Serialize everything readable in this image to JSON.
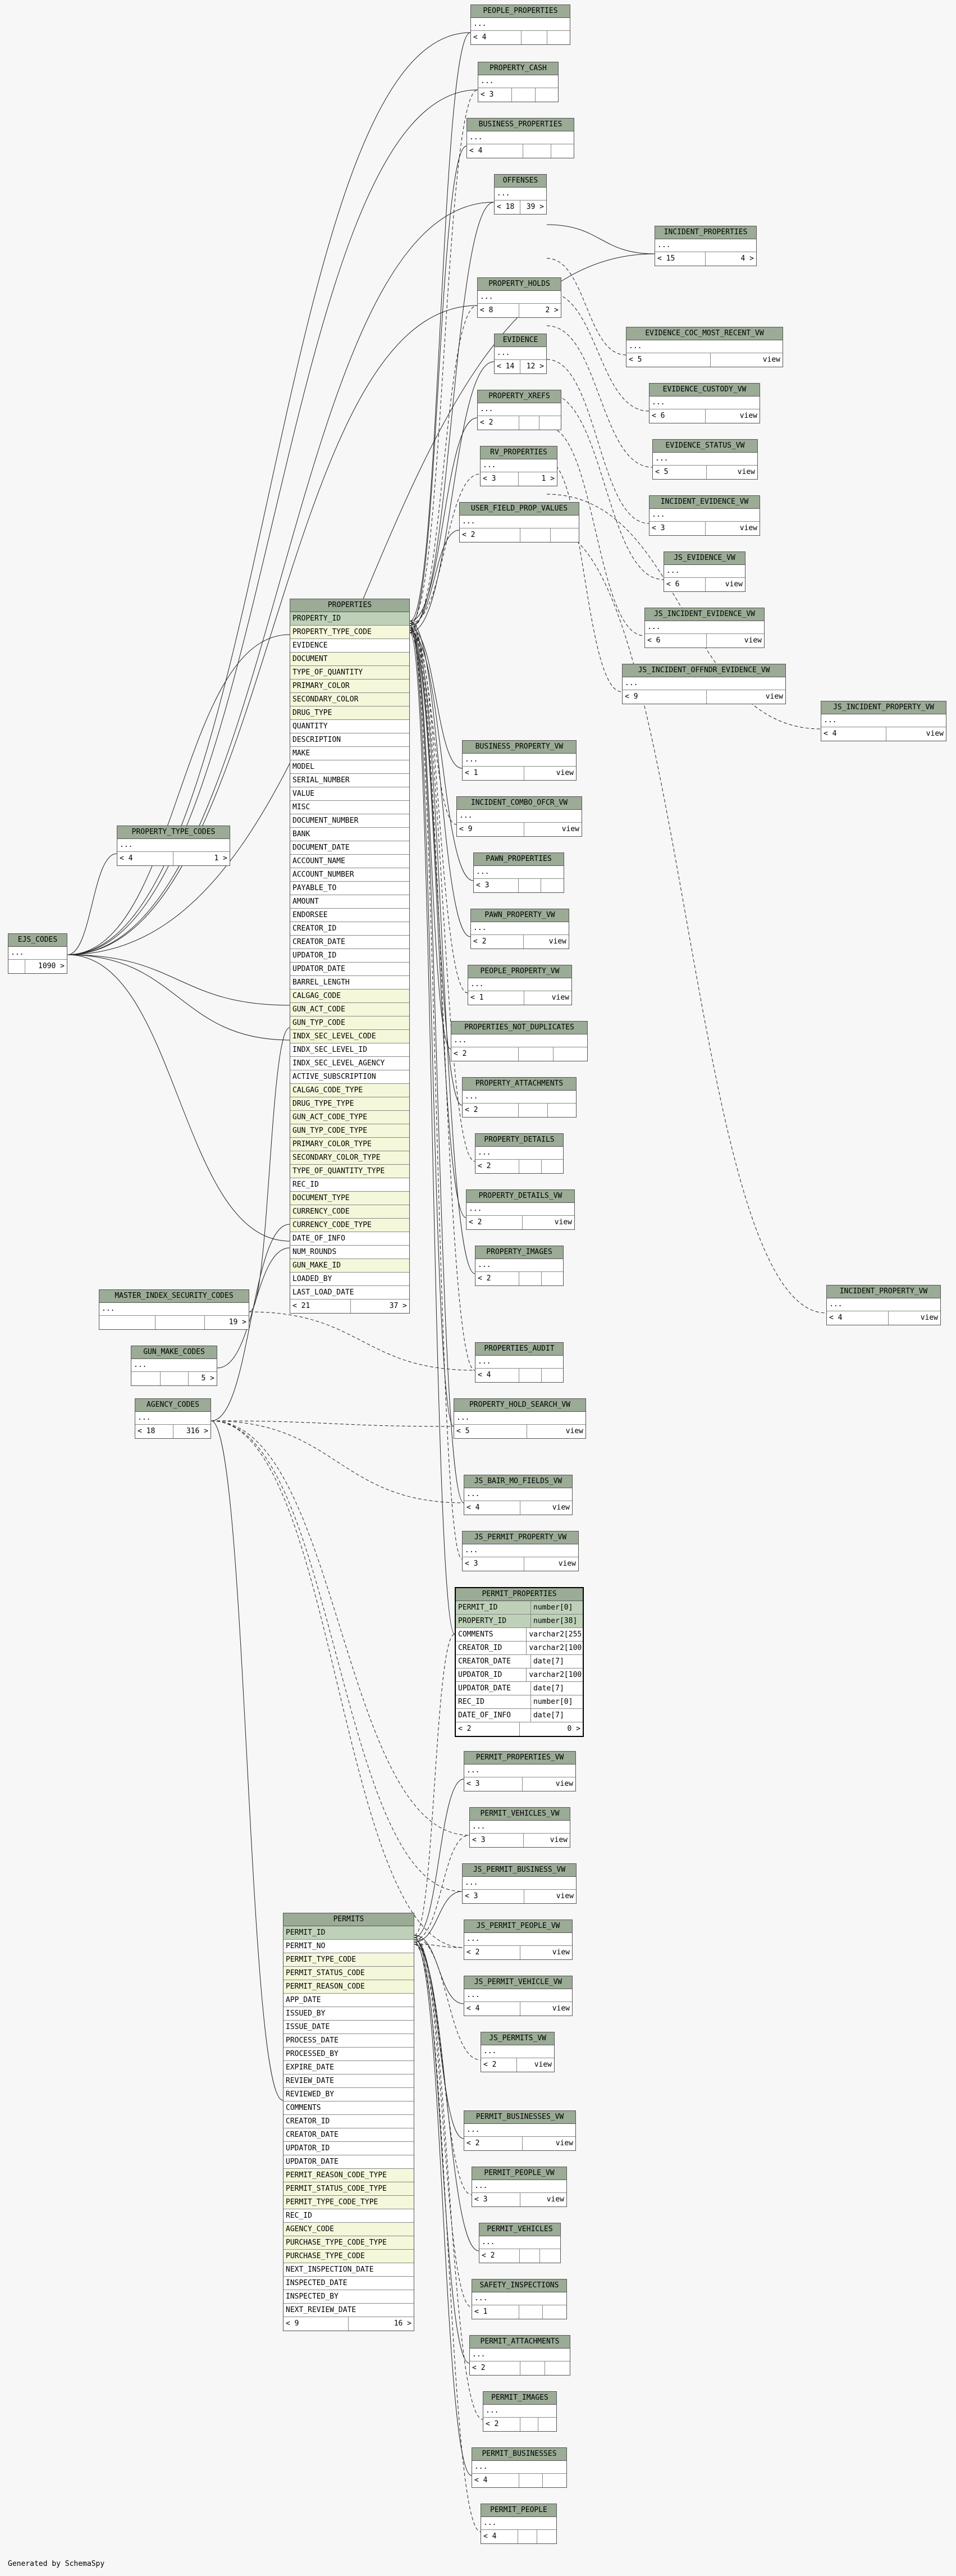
{
  "footer": "Generated by SchemaSpy",
  "ellipsis": "...",
  "view_label": "view",
  "tables": {
    "people_properties": {
      "name": "PEOPLE_PROPERTIES",
      "children": "< 4"
    },
    "property_cash": {
      "name": "PROPERTY_CASH",
      "children": "< 3"
    },
    "business_properties": {
      "name": "BUSINESS_PROPERTIES",
      "children": "< 4"
    },
    "offenses": {
      "name": "OFFENSES",
      "children": "< 18",
      "parents": "39 >"
    },
    "incident_properties": {
      "name": "INCIDENT_PROPERTIES",
      "children": "< 15",
      "parents": "4 >"
    },
    "property_holds": {
      "name": "PROPERTY_HOLDS",
      "children": "< 8",
      "parents": "2 >"
    },
    "evidence": {
      "name": "EVIDENCE",
      "children": "< 14",
      "parents": "12 >"
    },
    "evidence_coc_most_recent_vw": {
      "name": "EVIDENCE_COC_MOST_RECENT_VW",
      "children": "< 5"
    },
    "property_xrefs": {
      "name": "PROPERTY_XREFS",
      "children": "< 2"
    },
    "evidence_custody_vw": {
      "name": "EVIDENCE_CUSTODY_VW",
      "children": "< 6"
    },
    "rv_properties": {
      "name": "RV_PROPERTIES",
      "children": "< 3",
      "parents": "1 >"
    },
    "evidence_status_vw": {
      "name": "EVIDENCE_STATUS_VW",
      "children": "< 5"
    },
    "user_field_prop_values": {
      "name": "USER_FIELD_PROP_VALUES",
      "children": "< 2"
    },
    "incident_evidence_vw": {
      "name": "INCIDENT_EVIDENCE_VW",
      "children": "< 3"
    },
    "js_evidence_vw": {
      "name": "JS_EVIDENCE_VW",
      "children": "< 6"
    },
    "js_incident_evidence_vw": {
      "name": "JS_INCIDENT_EVIDENCE_VW",
      "children": "< 6"
    },
    "js_incident_offndr_evidence_vw": {
      "name": "JS_INCIDENT_OFFNDR_EVIDENCE_VW",
      "children": "< 9"
    },
    "js_incident_property_vw": {
      "name": "JS_INCIDENT_PROPERTY_VW",
      "children": "< 4"
    },
    "business_property_vw": {
      "name": "BUSINESS_PROPERTY_VW",
      "children": "< 1"
    },
    "incident_combo_ofcr_vw": {
      "name": "INCIDENT_COMBO_OFCR_VW",
      "children": "< 9"
    },
    "pawn_properties": {
      "name": "PAWN_PROPERTIES",
      "children": "< 3"
    },
    "pawn_property_vw": {
      "name": "PAWN_PROPERTY_VW",
      "children": "< 2"
    },
    "people_property_vw": {
      "name": "PEOPLE_PROPERTY_VW",
      "children": "< 1"
    },
    "properties_not_duplicates": {
      "name": "PROPERTIES_NOT_DUPLICATES",
      "children": "< 2"
    },
    "property_attachments": {
      "name": "PROPERTY_ATTACHMENTS",
      "children": "< 2"
    },
    "property_details": {
      "name": "PROPERTY_DETAILS",
      "children": "< 2"
    },
    "property_details_vw": {
      "name": "PROPERTY_DETAILS_VW",
      "children": "< 2"
    },
    "property_images": {
      "name": "PROPERTY_IMAGES",
      "children": "< 2"
    },
    "incident_property_vw": {
      "name": "INCIDENT_PROPERTY_VW",
      "children": "< 4"
    },
    "properties_audit": {
      "name": "PROPERTIES_AUDIT",
      "children": "< 4"
    },
    "property_hold_search_vw": {
      "name": "PROPERTY_HOLD_SEARCH_VW",
      "children": "< 5"
    },
    "js_bair_mo_fields_vw": {
      "name": "JS_BAIR_MO_FIELDS_VW",
      "children": "< 4"
    },
    "js_permit_property_vw": {
      "name": "JS_PERMIT_PROPERTY_VW",
      "children": "< 3"
    },
    "permit_properties_vw": {
      "name": "PERMIT_PROPERTIES_VW",
      "children": "< 3"
    },
    "permit_vehicles_vw": {
      "name": "PERMIT_VEHICLES_VW",
      "children": "< 3"
    },
    "js_permit_business_vw": {
      "name": "JS_PERMIT_BUSINESS_VW",
      "children": "< 3"
    },
    "js_permit_people_vw": {
      "name": "JS_PERMIT_PEOPLE_VW",
      "children": "< 2"
    },
    "js_permit_vehicle_vw": {
      "name": "JS_PERMIT_VEHICLE_VW",
      "children": "< 4"
    },
    "js_permits_vw": {
      "name": "JS_PERMITS_VW",
      "children": "< 2"
    },
    "permit_businesses_vw": {
      "name": "PERMIT_BUSINESSES_VW",
      "children": "< 2"
    },
    "permit_people_vw": {
      "name": "PERMIT_PEOPLE_VW",
      "children": "< 3"
    },
    "permit_vehicles": {
      "name": "PERMIT_VEHICLES",
      "children": "< 2"
    },
    "safety_inspections": {
      "name": "SAFETY_INSPECTIONS",
      "children": "< 1"
    },
    "permit_attachments": {
      "name": "PERMIT_ATTACHMENTS",
      "children": "< 2"
    },
    "permit_images": {
      "name": "PERMIT_IMAGES",
      "children": "< 2"
    },
    "permit_businesses": {
      "name": "PERMIT_BUSINESSES",
      "children": "< 4"
    },
    "permit_people": {
      "name": "PERMIT_PEOPLE",
      "children": "< 4"
    },
    "property_type_codes": {
      "name": "PROPERTY_TYPE_CODES",
      "children": "< 4",
      "parents": "1 >"
    },
    "ejs_codes": {
      "name": "EJS_CODES",
      "parents": "1090 >"
    },
    "master_index_security_codes": {
      "name": "MASTER_INDEX_SECURITY_CODES",
      "parents": "19 >"
    },
    "gun_make_codes": {
      "name": "GUN_MAKE_CODES",
      "parents": "5 >"
    },
    "agency_codes": {
      "name": "AGENCY_CODES",
      "children": "< 18",
      "parents": "316 >"
    }
  },
  "properties": {
    "name": "PROPERTIES",
    "children": "< 21",
    "parents": "37 >",
    "columns": [
      {
        "n": "PROPERTY_ID",
        "k": "pk"
      },
      {
        "n": "PROPERTY_TYPE_CODE",
        "k": "fk"
      },
      {
        "n": "EVIDENCE",
        "k": ""
      },
      {
        "n": "DOCUMENT",
        "k": "fk"
      },
      {
        "n": "TYPE_OF_QUANTITY",
        "k": "fk"
      },
      {
        "n": "PRIMARY_COLOR",
        "k": "fk"
      },
      {
        "n": "SECONDARY_COLOR",
        "k": "fk"
      },
      {
        "n": "DRUG_TYPE",
        "k": "fk"
      },
      {
        "n": "QUANTITY",
        "k": ""
      },
      {
        "n": "DESCRIPTION",
        "k": ""
      },
      {
        "n": "MAKE",
        "k": ""
      },
      {
        "n": "MODEL",
        "k": ""
      },
      {
        "n": "SERIAL_NUMBER",
        "k": ""
      },
      {
        "n": "VALUE",
        "k": ""
      },
      {
        "n": "MISC",
        "k": ""
      },
      {
        "n": "DOCUMENT_NUMBER",
        "k": ""
      },
      {
        "n": "BANK",
        "k": ""
      },
      {
        "n": "DOCUMENT_DATE",
        "k": ""
      },
      {
        "n": "ACCOUNT_NAME",
        "k": ""
      },
      {
        "n": "ACCOUNT_NUMBER",
        "k": ""
      },
      {
        "n": "PAYABLE_TO",
        "k": ""
      },
      {
        "n": "AMOUNT",
        "k": ""
      },
      {
        "n": "ENDORSEE",
        "k": ""
      },
      {
        "n": "CREATOR_ID",
        "k": ""
      },
      {
        "n": "CREATOR_DATE",
        "k": ""
      },
      {
        "n": "UPDATOR_ID",
        "k": ""
      },
      {
        "n": "UPDATOR_DATE",
        "k": ""
      },
      {
        "n": "BARREL_LENGTH",
        "k": ""
      },
      {
        "n": "CALGAG_CODE",
        "k": "fk"
      },
      {
        "n": "GUN_ACT_CODE",
        "k": "fk"
      },
      {
        "n": "GUN_TYP_CODE",
        "k": "fk"
      },
      {
        "n": "INDX_SEC_LEVEL_CODE",
        "k": "fk"
      },
      {
        "n": "INDX_SEC_LEVEL_ID",
        "k": ""
      },
      {
        "n": "INDX_SEC_LEVEL_AGENCY",
        "k": ""
      },
      {
        "n": "ACTIVE_SUBSCRIPTION",
        "k": ""
      },
      {
        "n": "CALGAG_CODE_TYPE",
        "k": "fk"
      },
      {
        "n": "DRUG_TYPE_TYPE",
        "k": "fk"
      },
      {
        "n": "GUN_ACT_CODE_TYPE",
        "k": "fk"
      },
      {
        "n": "GUN_TYP_CODE_TYPE",
        "k": "fk"
      },
      {
        "n": "PRIMARY_COLOR_TYPE",
        "k": "fk"
      },
      {
        "n": "SECONDARY_COLOR_TYPE",
        "k": "fk"
      },
      {
        "n": "TYPE_OF_QUANTITY_TYPE",
        "k": "fk"
      },
      {
        "n": "REC_ID",
        "k": ""
      },
      {
        "n": "DOCUMENT_TYPE",
        "k": "fk"
      },
      {
        "n": "CURRENCY_CODE",
        "k": "fk"
      },
      {
        "n": "CURRENCY_CODE_TYPE",
        "k": "fk"
      },
      {
        "n": "DATE_OF_INFO",
        "k": ""
      },
      {
        "n": "NUM_ROUNDS",
        "k": ""
      },
      {
        "n": "GUN_MAKE_ID",
        "k": "fk"
      },
      {
        "n": "LOADED_BY",
        "k": ""
      },
      {
        "n": "LAST_LOAD_DATE",
        "k": ""
      }
    ]
  },
  "permit_properties": {
    "name": "PERMIT_PROPERTIES",
    "children": "< 2",
    "parents": "0 >",
    "columns": [
      {
        "n": "PERMIT_ID",
        "t": "number[0]",
        "k": "pk"
      },
      {
        "n": "PROPERTY_ID",
        "t": "number[38]",
        "k": "pk"
      },
      {
        "n": "COMMENTS",
        "t": "varchar2[255]",
        "k": ""
      },
      {
        "n": "CREATOR_ID",
        "t": "varchar2[100]",
        "k": ""
      },
      {
        "n": "CREATOR_DATE",
        "t": "date[7]",
        "k": ""
      },
      {
        "n": "UPDATOR_ID",
        "t": "varchar2[100]",
        "k": ""
      },
      {
        "n": "UPDATOR_DATE",
        "t": "date[7]",
        "k": ""
      },
      {
        "n": "REC_ID",
        "t": "number[0]",
        "k": ""
      },
      {
        "n": "DATE_OF_INFO",
        "t": "date[7]",
        "k": ""
      }
    ]
  },
  "permits": {
    "name": "PERMITS",
    "children": "< 9",
    "parents": "16 >",
    "columns": [
      {
        "n": "PERMIT_ID",
        "k": "pk"
      },
      {
        "n": "PERMIT_NO",
        "k": ""
      },
      {
        "n": "PERMIT_TYPE_CODE",
        "k": "fk"
      },
      {
        "n": "PERMIT_STATUS_CODE",
        "k": "fk"
      },
      {
        "n": "PERMIT_REASON_CODE",
        "k": "fk"
      },
      {
        "n": "APP_DATE",
        "k": ""
      },
      {
        "n": "ISSUED_BY",
        "k": ""
      },
      {
        "n": "ISSUE_DATE",
        "k": ""
      },
      {
        "n": "PROCESS_DATE",
        "k": ""
      },
      {
        "n": "PROCESSED_BY",
        "k": ""
      },
      {
        "n": "EXPIRE_DATE",
        "k": ""
      },
      {
        "n": "REVIEW_DATE",
        "k": ""
      },
      {
        "n": "REVIEWED_BY",
        "k": ""
      },
      {
        "n": "COMMENTS",
        "k": ""
      },
      {
        "n": "CREATOR_ID",
        "k": ""
      },
      {
        "n": "CREATOR_DATE",
        "k": ""
      },
      {
        "n": "UPDATOR_ID",
        "k": ""
      },
      {
        "n": "UPDATOR_DATE",
        "k": ""
      },
      {
        "n": "PERMIT_REASON_CODE_TYPE",
        "k": "fk"
      },
      {
        "n": "PERMIT_STATUS_CODE_TYPE",
        "k": "fk"
      },
      {
        "n": "PERMIT_TYPE_CODE_TYPE",
        "k": "fk"
      },
      {
        "n": "REC_ID",
        "k": ""
      },
      {
        "n": "AGENCY_CODE",
        "k": "fk"
      },
      {
        "n": "PURCHASE_TYPE_CODE_TYPE",
        "k": "fk"
      },
      {
        "n": "PURCHASE_TYPE_CODE",
        "k": "fk"
      },
      {
        "n": "NEXT_INSPECTION_DATE",
        "k": ""
      },
      {
        "n": "INSPECTED_DATE",
        "k": ""
      },
      {
        "n": "INSPECTED_BY",
        "k": ""
      },
      {
        "n": "NEXT_REVIEW_DATE",
        "k": ""
      }
    ]
  }
}
